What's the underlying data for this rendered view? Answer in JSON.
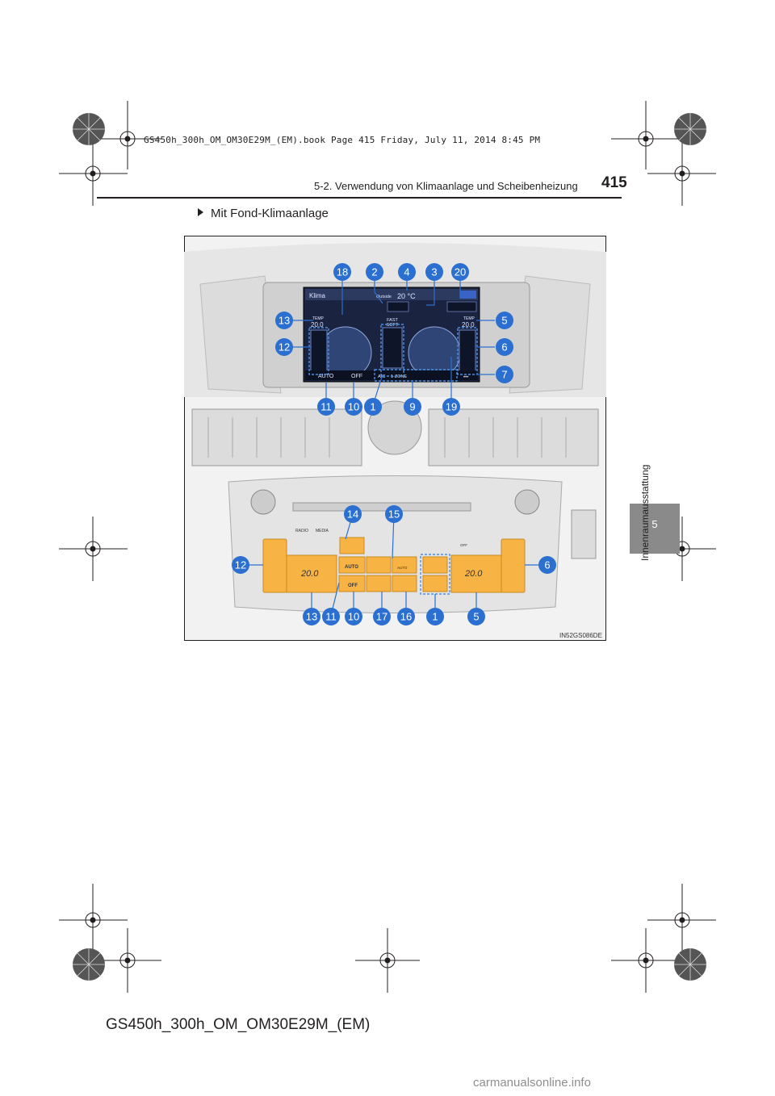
{
  "book_meta": "GS450h_300h_OM_OM30E29M_(EM).book  Page 415  Friday, July 11, 2014  8:45 PM",
  "section_title": "5-2. Verwendung von Klimaanlage und Scheibenheizung",
  "page_number": "415",
  "subheading": "Mit Fond-Klimaanlage",
  "chapter": {
    "number": "5",
    "label": "Innenraumausstattung"
  },
  "footer_id": "GS450h_300h_OM_OM30E29M_(EM)",
  "watermark": "carmanualsonline.info",
  "figure": {
    "code": "IN52GS086DE",
    "screen": {
      "title": "Klima",
      "outside_label": "Outside",
      "outside_temp": "20 °C",
      "temp_label_left": "TEMP",
      "temp_value_left": "20.0",
      "temp_label_right": "TEMP",
      "temp_value_right": "20.0",
      "fan_label_1": "FAST",
      "fan_label_2": "SOFT",
      "auto_label": "AUTO",
      "off_label": "OFF",
      "ac_label": "A/C",
      "zone_label": "1-ZONE",
      "dots_label": "•••"
    },
    "panel": {
      "radio_label": "RADIO",
      "media_label": "MEDIA",
      "left_temp_display": "20.0",
      "right_temp_display": "20.0",
      "auto_button": "AUTO",
      "auto_small": "AUTO",
      "off_button": "OFF",
      "off_small": "OFF"
    },
    "callouts": [
      "18",
      "2",
      "4",
      "3",
      "20",
      "13",
      "5",
      "12",
      "6",
      "7",
      "11",
      "10",
      "1",
      "9",
      "19",
      "14",
      "15",
      "12",
      "6",
      "13",
      "11",
      "10",
      "17",
      "16",
      "1",
      "5"
    ]
  }
}
